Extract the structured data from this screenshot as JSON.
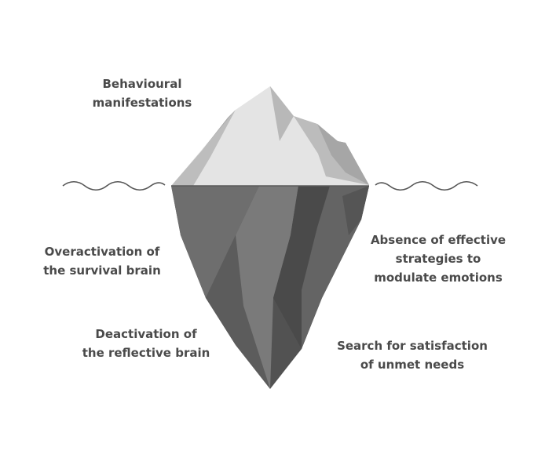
{
  "labels": {
    "tip": {
      "line1": "Behavioural",
      "line2": "manifestations"
    },
    "survival": {
      "line1": "Overactivation of",
      "line2": "the survival brain"
    },
    "reflective": {
      "line1": "Deactivation of",
      "line2": "the reflective brain"
    },
    "strategies": {
      "line1": "Absence of effective",
      "line2": "strategies to",
      "line3": "modulate emotions"
    },
    "needs": {
      "line1": "Search for satisfaction",
      "line2": "of unmet needs"
    }
  },
  "colors": {
    "text": "#4a4a4a",
    "tip_light": "#e6e6e6",
    "tip_mid": "#c4c4c4",
    "tip_shadow": "#a9a9a9",
    "water_line": "#555555",
    "base_dark": "#505050",
    "base_mid": "#6a6a6a",
    "base_light": "#7c7c7c",
    "base_darkest": "#3f3f3f"
  }
}
